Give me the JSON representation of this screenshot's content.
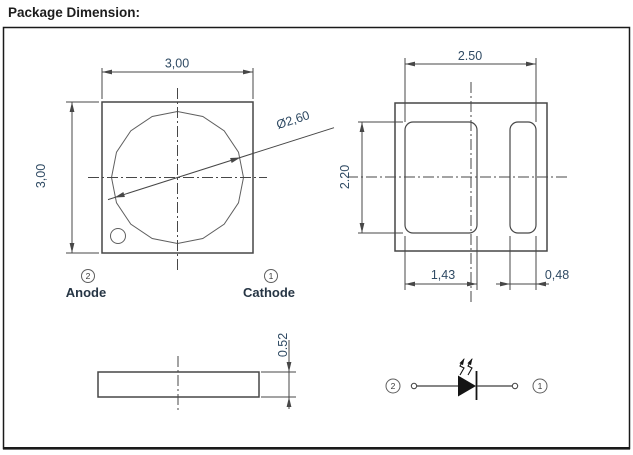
{
  "title": "Package Dimension:",
  "colors": {
    "outline": "#474747",
    "dim_text": "#2f4a63",
    "pin_label_text": "#263544",
    "title_text": "#1d1d1d",
    "background": "#ffffff"
  },
  "top_view": {
    "width_dim": "3,00",
    "height_dim": "3,00",
    "lens_diameter_dim": "Ø2,60",
    "pin2_number": "2",
    "pin2_label": "Anode",
    "pin1_number": "1",
    "pin1_label": "Cathode"
  },
  "back_view": {
    "pads_span_dim": "2.50",
    "pad_height_dim": "2.20",
    "anode_pad_width_dim": "1,43",
    "cathode_pad_width_dim": "0,48"
  },
  "side_view": {
    "thickness_dim": "0.52"
  },
  "schematic": {
    "left_terminal_number": "2",
    "right_terminal_number": "1"
  }
}
